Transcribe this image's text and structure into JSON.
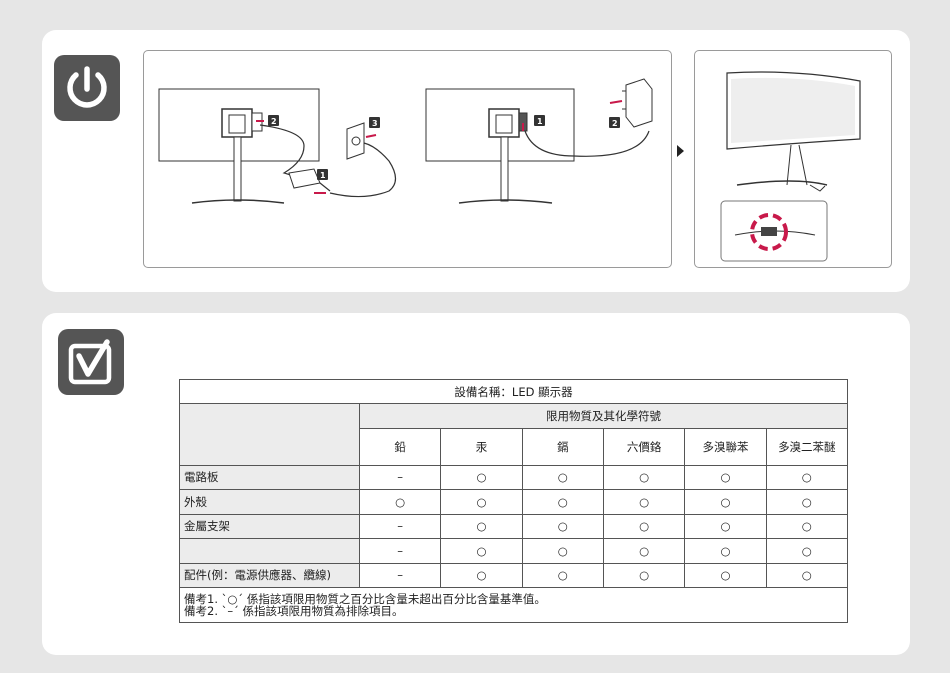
{
  "icons": {
    "power": "power-icon",
    "check": "checkbox-check-icon"
  },
  "diagram": {
    "labels": [
      "2",
      "3",
      "1",
      "1",
      "2"
    ]
  },
  "table": {
    "title": "設備名稱：LED 顯示器",
    "group_header": "限用物質及其化學符號",
    "substances": [
      "鉛",
      "汞",
      "鎘",
      "六價鉻",
      "多溴聯苯",
      "多溴二苯醚"
    ],
    "rows": [
      {
        "unit": "電路板",
        "values": [
          "–",
          "○",
          "○",
          "○",
          "○",
          "○"
        ]
      },
      {
        "unit": "外殼",
        "values": [
          "○",
          "○",
          "○",
          "○",
          "○",
          "○"
        ]
      },
      {
        "unit": "金屬支架",
        "values": [
          "–",
          "○",
          "○",
          "○",
          "○",
          "○"
        ]
      },
      {
        "unit": "",
        "values": [
          "–",
          "○",
          "○",
          "○",
          "○",
          "○"
        ]
      },
      {
        "unit": "配件(例：電源供應器、纜線)",
        "values": [
          "–",
          "○",
          "○",
          "○",
          "○",
          "○"
        ]
      }
    ],
    "notes": [
      "備考1. ˋ○ˊ 係指該項限用物質之百分比含量未超出百分比含量基準值。",
      "備考2. ˋ–ˊ 係指該項限用物質為排除項目。"
    ]
  },
  "colors": {
    "accent": "#c8194a",
    "badge": "#555555"
  }
}
